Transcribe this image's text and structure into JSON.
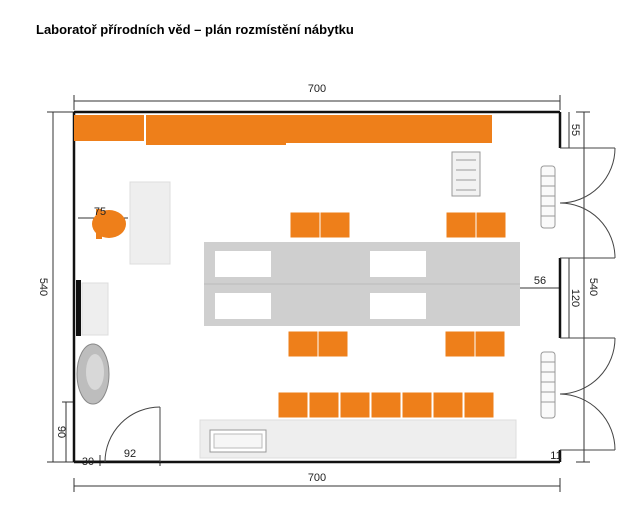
{
  "title": "Laboratoř přírodních věd – plán rozmístění nábytku",
  "dimensions": {
    "top_width": "700",
    "bottom_width": "700",
    "left_height": "540",
    "right_height": "540",
    "table_75": "75",
    "right_55": "55",
    "door_opening_120": "120",
    "table_offset_56": "56",
    "corner_90": "90",
    "corner_30": "30",
    "door_92": "92",
    "corner_right_11": "11"
  },
  "colors": {
    "wall": "#111111",
    "orange": "#ee7f1a",
    "gray_table": "#cfcfcf",
    "light_furniture": "#eeeeee",
    "dimension_line": "#333333"
  }
}
